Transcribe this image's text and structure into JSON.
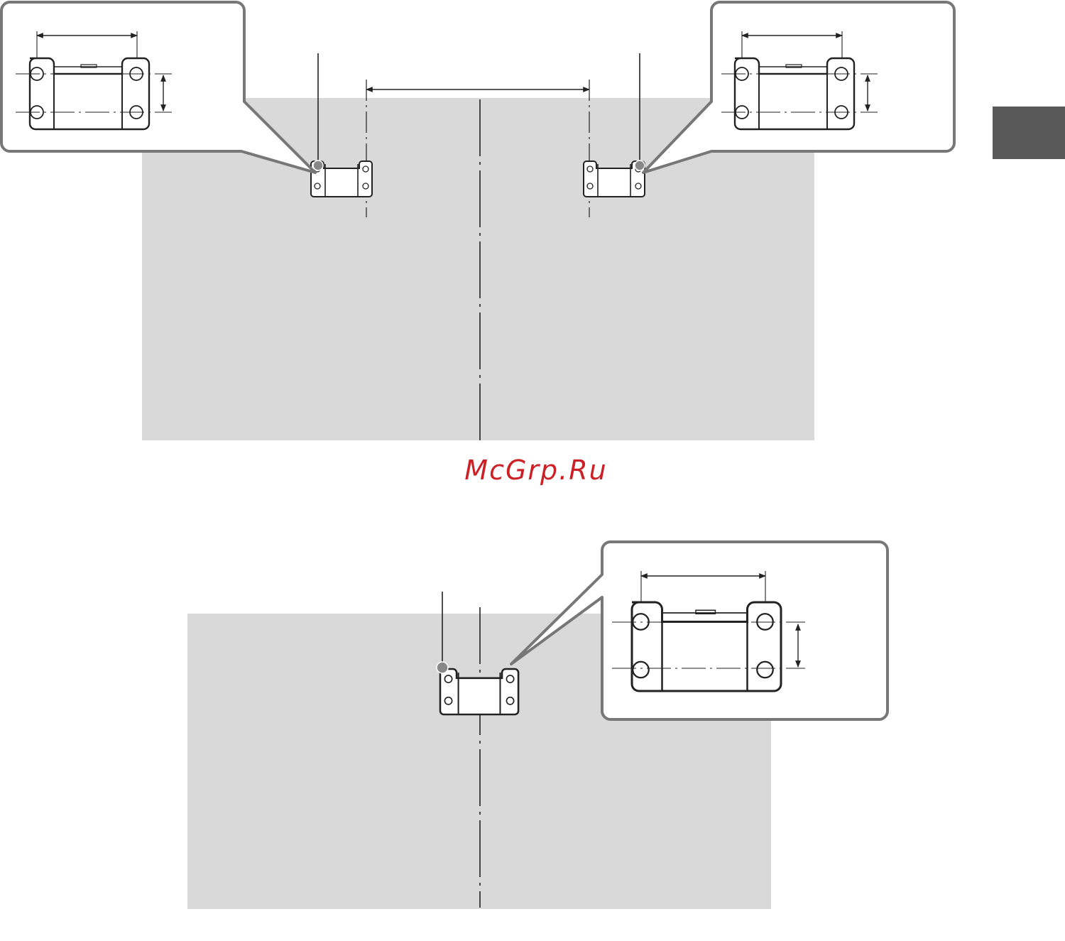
{
  "watermark": {
    "text": "McGrp.Ru",
    "color": "#cc2027"
  },
  "colors": {
    "panel": "#d9d9d9",
    "callout_border": "#777777",
    "line": "#222222",
    "marker": "#888888",
    "tab": "#595959"
  },
  "figures": [
    {
      "name": "two-bracket-layout",
      "brackets": 2,
      "callouts": 2
    },
    {
      "name": "single-bracket-layout",
      "brackets": 1,
      "callouts": 1
    }
  ],
  "icons": [
    "bracket-icon",
    "callout-marker-icon"
  ]
}
